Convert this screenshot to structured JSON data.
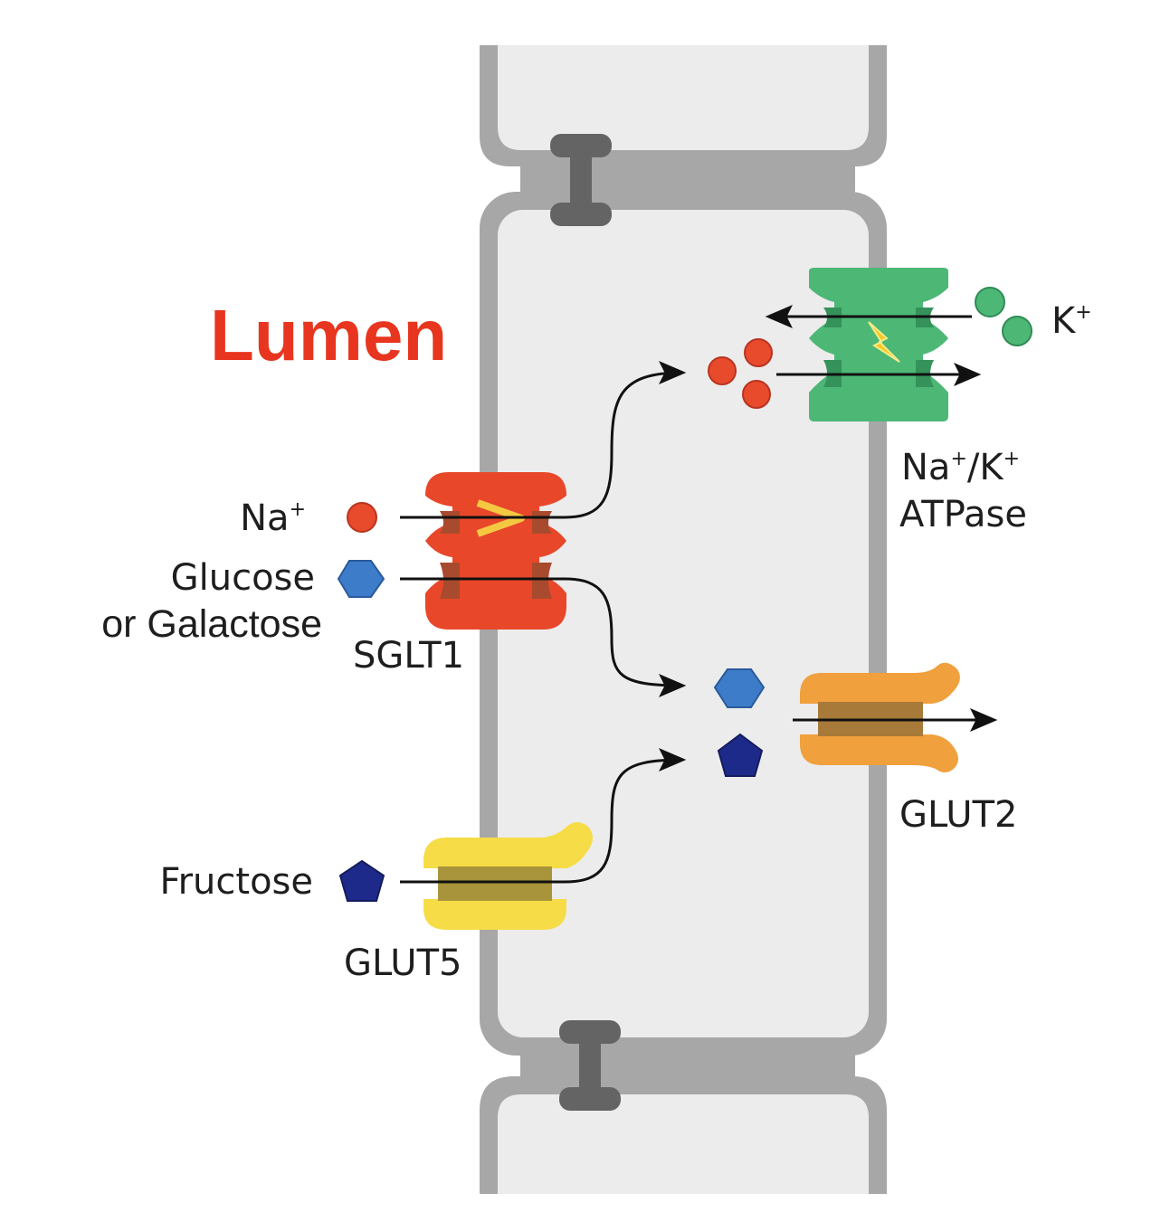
{
  "colors": {
    "background": "#ffffff",
    "membrane": "#a7a7a7",
    "cytoplasm": "#ececec",
    "junction": "#646464",
    "sglt1": "#e8472a",
    "atpase": "#4db776",
    "glut2": "#f0a03c",
    "glut5": "#f6dc46",
    "sodium": "#e84a2c",
    "potassium": "#4db776",
    "glucose": "#3d7cc9",
    "fructose": "#1e2a8a",
    "lumen_label": "#e8351f",
    "arrow": "#111111"
  },
  "labels": {
    "lumen": "Lumen",
    "na": "Na",
    "na_sup": "+",
    "glucose": "Glucose",
    "or_galactose": "or Galactose",
    "sglt1": "SGLT1",
    "fructose": "Fructose",
    "glut5": "GLUT5",
    "k": "K",
    "k_sup": "+",
    "atpase_line1_na": "Na",
    "atpase_line1_sup1": "+",
    "atpase_line1_mid": "/K",
    "atpase_line1_sup2": "+",
    "atpase_line2": "ATPase",
    "glut2": "GLUT2"
  },
  "icons": {
    "tight_junction_top": "tight-junction-icon",
    "tight_junction_bottom": "tight-junction-icon",
    "energy": "lightning-bolt-icon"
  }
}
